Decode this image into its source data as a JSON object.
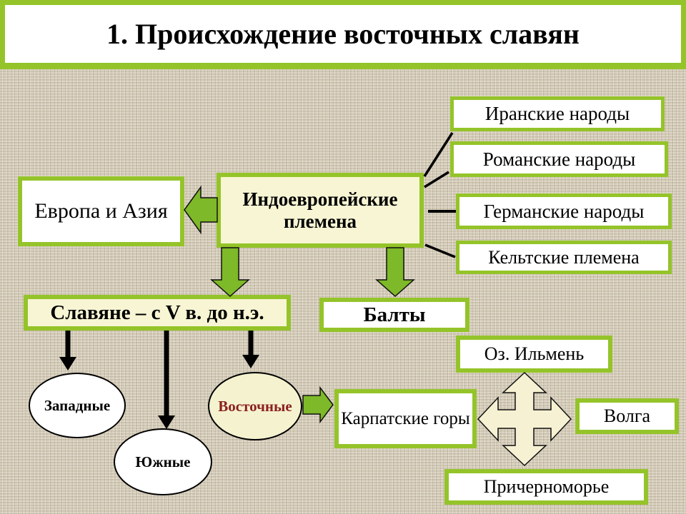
{
  "title": "1. Происхождение восточных славян",
  "colors": {
    "border_green": "#94c429",
    "arrow_green": "#7db928",
    "pale_yellow_fill": "#f7f5d3",
    "cream_cross_arrow": "#f6f1d2",
    "background_beige": "#d6cdb9",
    "dark_red_text": "#8b2020",
    "line_black": "#000000"
  },
  "diagram": {
    "origin_box": "Европа и Азия",
    "root_box": "Индоевропейские племена",
    "peoples": [
      "Иранские народы",
      "Романские народы",
      "Германские народы",
      "Кельтские племена"
    ],
    "slavs_box": "Славяне – с V в. до н.э.",
    "balts_box": "Балты",
    "slav_branches": [
      "Западные",
      "Южные",
      "Восточные"
    ],
    "territories": {
      "carpathian": "Карпатские горы",
      "ilmen": "Оз. Ильмень",
      "volga": "Волга",
      "black_sea": "Причерноморье"
    }
  }
}
